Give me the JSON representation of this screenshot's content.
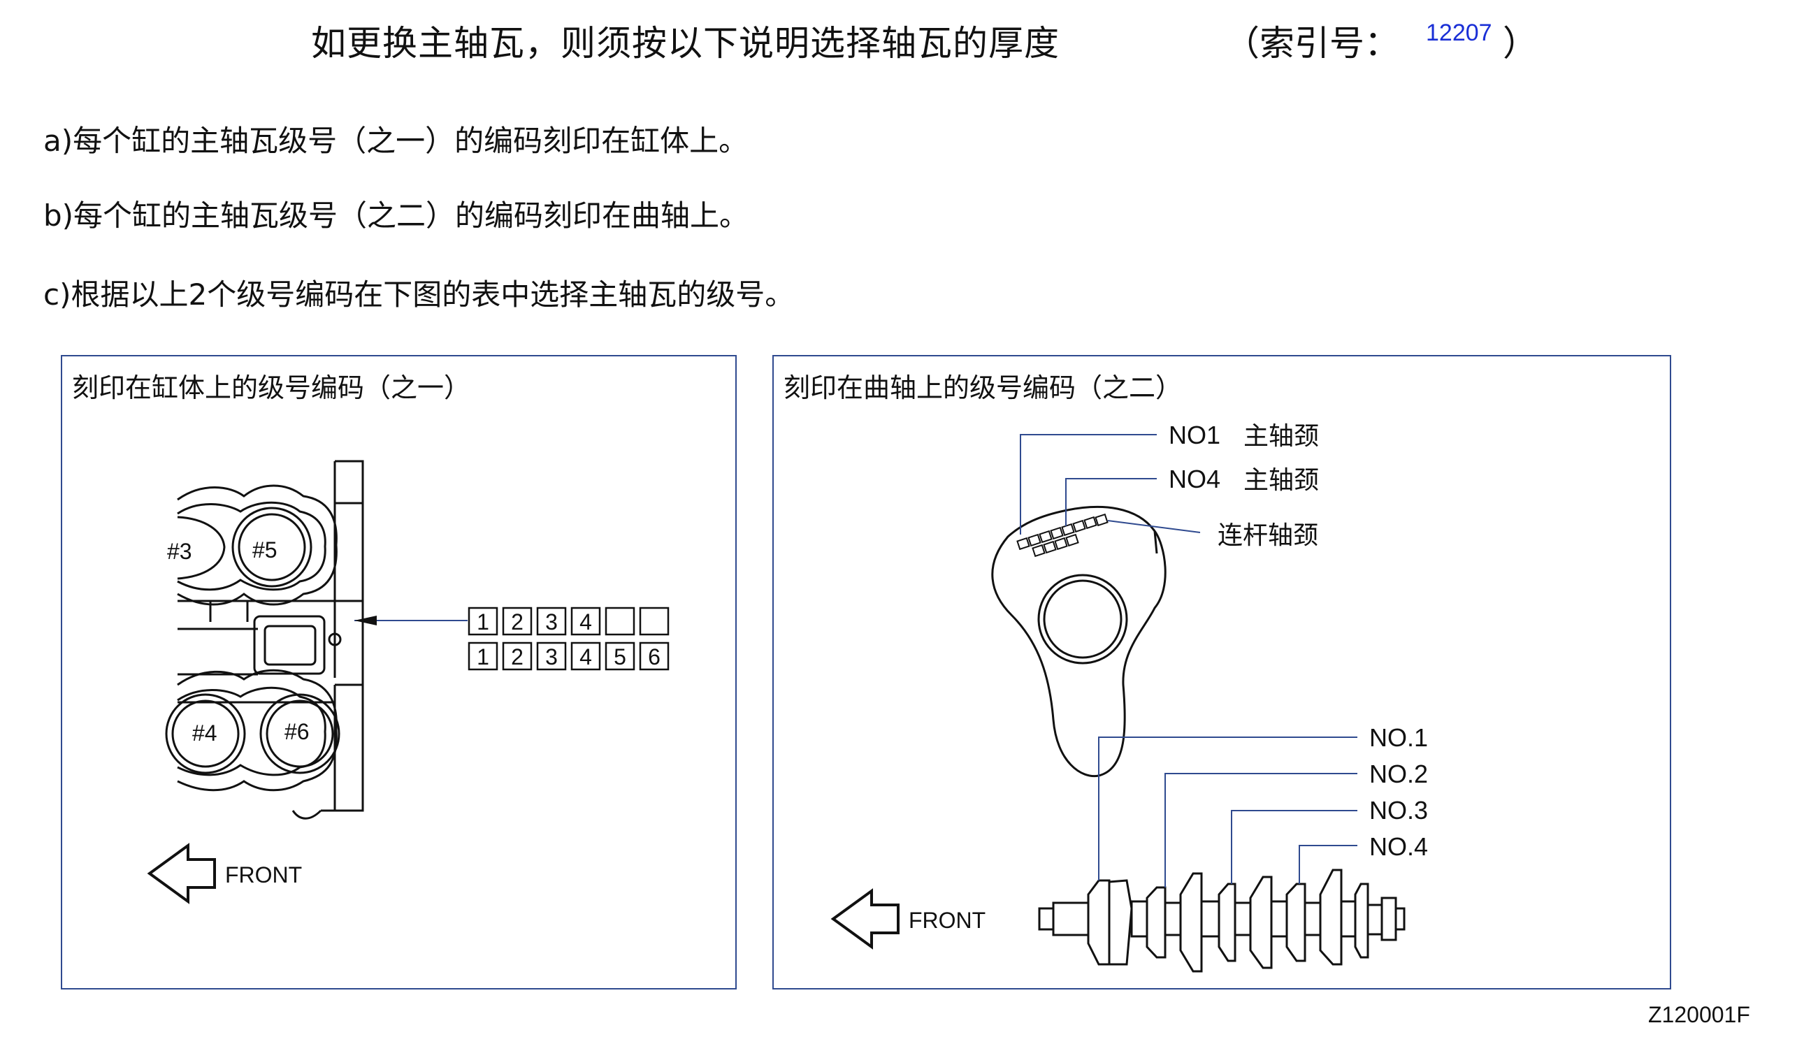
{
  "header": {
    "title": "如更换主轴瓦，则须按以下说明选择轴瓦的厚度",
    "index_open": "（索引号：",
    "index_number": "12207",
    "index_close": "）"
  },
  "steps": [
    "a)每个缸的主轴瓦级号（之一）的编码刻印在缸体上。",
    "b)每个缸的主轴瓦级号（之二）的编码刻印在曲轴上。",
    "c)根据以上2个级号编码在下图的表中选择主轴瓦的级号。"
  ],
  "left_panel": {
    "title": "刻印在缸体上的级号编码（之一）",
    "cylinders": [
      "#3",
      "#5",
      "#4",
      "#6"
    ],
    "code_row_top": [
      "1",
      "2",
      "3",
      "4",
      "",
      ""
    ],
    "code_row_bottom": [
      "1",
      "2",
      "3",
      "4",
      "5",
      "6"
    ],
    "front_label": "FRONT"
  },
  "right_panel": {
    "title": "刻印在曲轴上的级号编码（之二）",
    "journal_labels": [
      {
        "no": "NO1",
        "text": "主轴颈"
      },
      {
        "no": "NO4",
        "text": "主轴颈"
      },
      {
        "no": "",
        "text": "连杆轴颈"
      }
    ],
    "crank_labels": [
      "NO.1",
      "NO.2",
      "NO.3",
      "NO.4"
    ],
    "front_label": "FRONT"
  },
  "figure_code": "Z120001F",
  "colors": {
    "panel_border": "#2f4a8f",
    "index_number": "#1a2fd6",
    "leader_line": "#2f4a8f",
    "drawing": "#111111"
  }
}
